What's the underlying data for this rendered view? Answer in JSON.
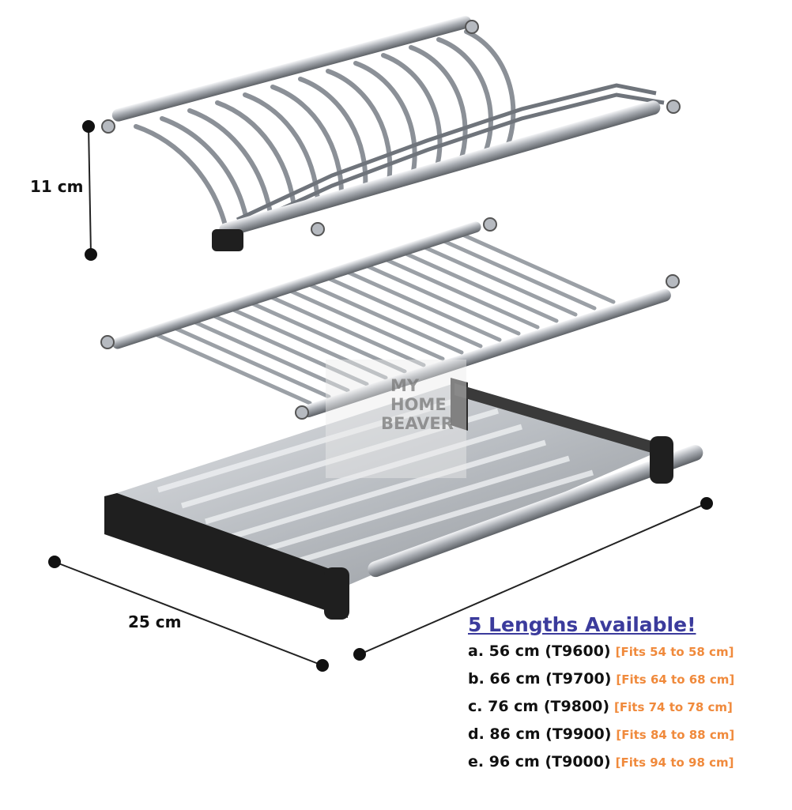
{
  "dimensions": {
    "height_label": "11 cm",
    "depth_label": "25 cm"
  },
  "watermark": {
    "line1": "MY",
    "line2": "HOME",
    "line3": "BEAVER"
  },
  "lengths": {
    "title": "5 Lengths Available!",
    "options": [
      {
        "label": "a. 56 cm (T9600)",
        "fits": "[Fits 54 to 58 cm]"
      },
      {
        "label": "b. 66 cm (T9700)",
        "fits": "[Fits 64 to 68 cm]"
      },
      {
        "label": "c. 76 cm (T9800)",
        "fits": "[Fits 74 to 78 cm]"
      },
      {
        "label": "d. 86 cm (T9900)",
        "fits": "[Fits 84 to 88 cm]"
      },
      {
        "label": "e. 96 cm (T9000)",
        "fits": "[Fits 94 to 98 cm]"
      }
    ]
  },
  "colors": {
    "title": "#3b3b9c",
    "fit_text": "#f08a3c",
    "steel": "#b8bcc2",
    "frame": "#222222"
  }
}
